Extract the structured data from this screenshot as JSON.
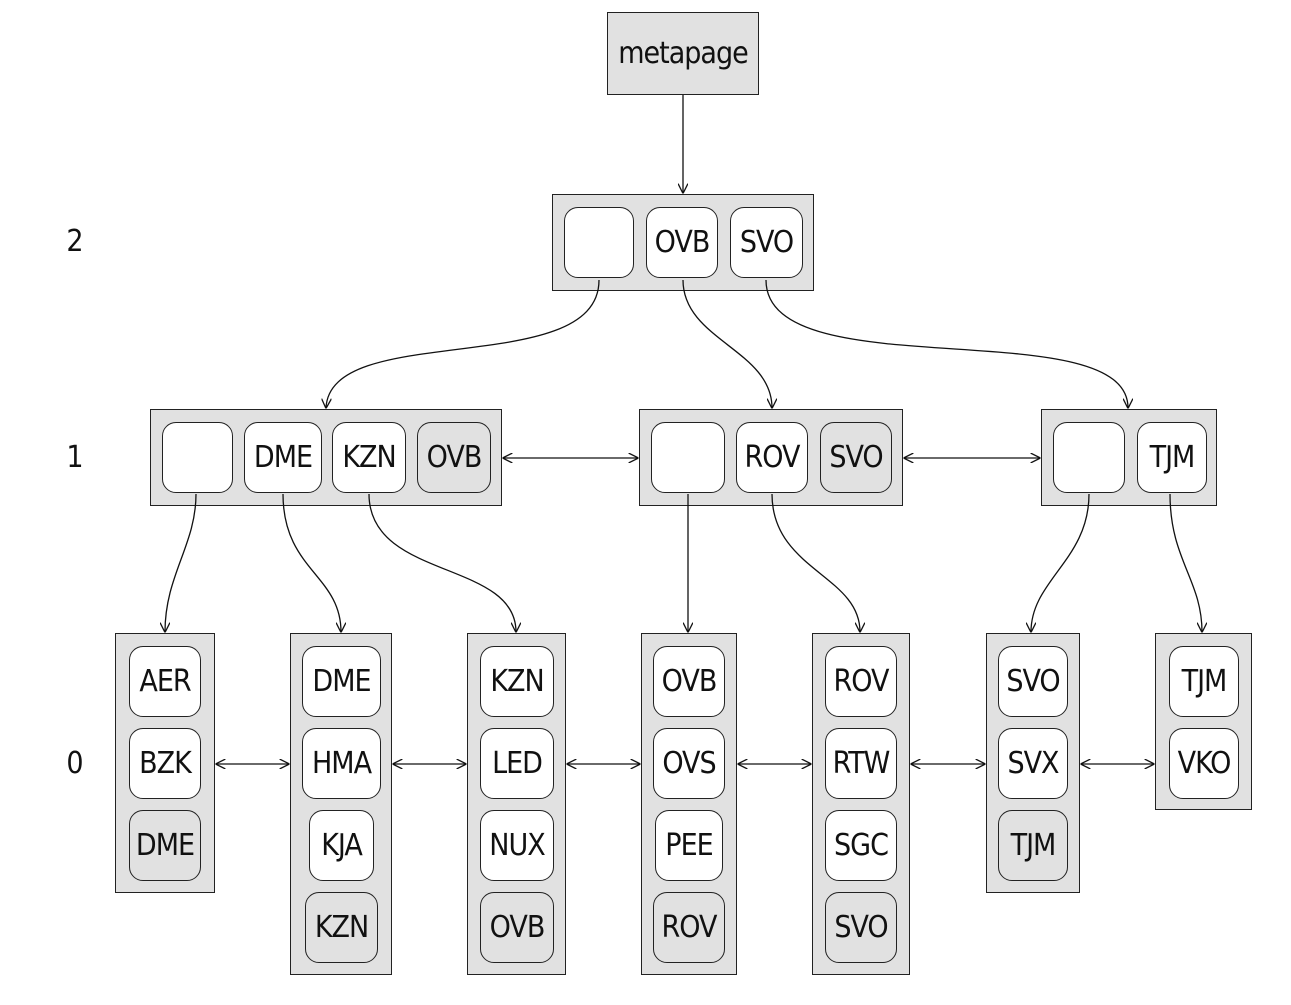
{
  "metapage": "metapage",
  "levels": {
    "l2": "2",
    "l1": "1",
    "l0": "0"
  },
  "root": {
    "keys": [
      "",
      "OVB",
      "SVO"
    ]
  },
  "inner": [
    {
      "keys": [
        "",
        "DME",
        "KZN",
        "OVB"
      ]
    },
    {
      "keys": [
        "",
        "ROV",
        "SVO"
      ]
    },
    {
      "keys": [
        "",
        "TJM"
      ]
    }
  ],
  "leaves": [
    {
      "keys": [
        "AER",
        "BZK",
        "DME"
      ]
    },
    {
      "keys": [
        "DME",
        "HMA",
        "KJA",
        "KZN"
      ]
    },
    {
      "keys": [
        "KZN",
        "LED",
        "NUX",
        "OVB"
      ]
    },
    {
      "keys": [
        "OVB",
        "OVS",
        "PEE",
        "ROV"
      ]
    },
    {
      "keys": [
        "ROV",
        "RTW",
        "SGC",
        "SVO"
      ]
    },
    {
      "keys": [
        "SVO",
        "SVX",
        "TJM"
      ]
    },
    {
      "keys": [
        "TJM",
        "VKO"
      ]
    }
  ]
}
